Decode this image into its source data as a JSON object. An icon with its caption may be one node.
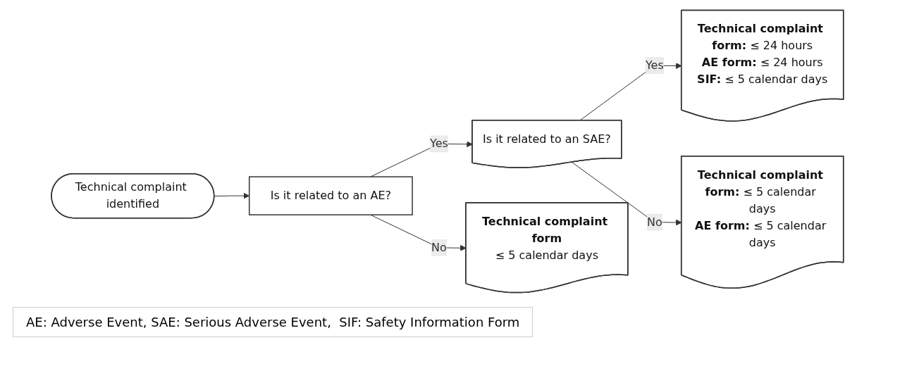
{
  "diagram": {
    "nodes": [
      {
        "text": [
          "Technical complaint identified"
        ]
      },
      {
        "text": [
          "Is it related to an AE?"
        ]
      },
      {
        "text": [
          "Is it related to an SAE?"
        ]
      },
      {
        "text": [
          "**Technical complaint form:** ≤ 24 hours",
          "**AE form:** ≤ 24 hours",
          "**SIF:** ≤ 5 calendar days"
        ]
      },
      {
        "text": [
          "**Technical complaint form:** ≤ 5 calendar days",
          "**AE form:** ≤ 5 calendar days"
        ]
      },
      {
        "text": [
          "Technical complaint form",
          "≤ 5 calendar days"
        ]
      }
    ],
    "edges": [
      {
        "from": 0,
        "to": 1,
        "arrow": "to"
      },
      {
        "from": 1,
        "to": 2,
        "label": "Yes",
        "arrow": "to"
      },
      {
        "from": 1,
        "to": 5,
        "label": "No",
        "arrow": "to"
      },
      {
        "from": 2,
        "to": 3,
        "label": "Yes",
        "arrow": "to"
      },
      {
        "from": 2,
        "to": 4,
        "label": "No",
        "arrow": "to"
      }
    ],
    "labels": [
      "AE: Adverse Event, SAE: Serious Adverse Event,  SIF: Safety Information Form"
    ]
  }
}
